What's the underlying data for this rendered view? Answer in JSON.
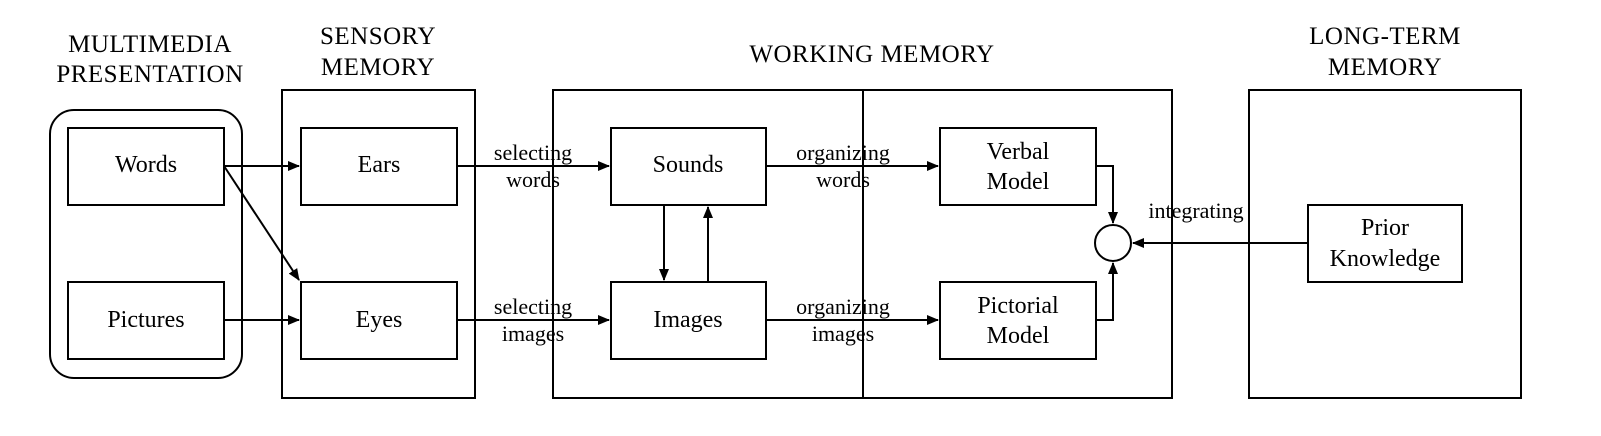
{
  "headers": {
    "multimedia": [
      "MULTIMEDIA",
      "PRESENTATION"
    ],
    "sensory": [
      "SENSORY",
      "MEMORY"
    ],
    "working": "WORKING MEMORY",
    "longterm": [
      "LONG-TERM",
      "MEMORY"
    ]
  },
  "nodes": {
    "words": "Words",
    "pictures": "Pictures",
    "ears": "Ears",
    "eyes": "Eyes",
    "sounds": "Sounds",
    "images": "Images",
    "verbal_model": [
      "Verbal",
      "Model"
    ],
    "pictorial_model": [
      "Pictorial",
      "Model"
    ],
    "prior_knowledge": [
      "Prior",
      "Knowledge"
    ]
  },
  "arrow_labels": {
    "selecting_words": [
      "selecting",
      "words"
    ],
    "selecting_images": [
      "selecting",
      "images"
    ],
    "organizing_words": [
      "organizing",
      "words"
    ],
    "organizing_images": [
      "organizing",
      "images"
    ],
    "integrating": "integrating"
  }
}
